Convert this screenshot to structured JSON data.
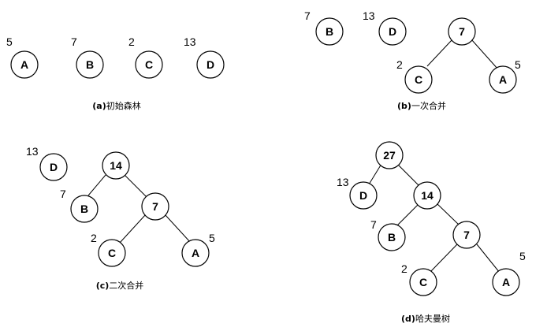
{
  "panels": {
    "a": {
      "caption_tag": "(a)",
      "caption_text": "初始森林",
      "nodes": [
        {
          "label": "A",
          "weight": "5"
        },
        {
          "label": "B",
          "weight": "7"
        },
        {
          "label": "C",
          "weight": "2"
        },
        {
          "label": "D",
          "weight": "13"
        }
      ]
    },
    "b": {
      "caption_tag": "(b)",
      "caption_text": "一次合并",
      "nodes": [
        {
          "label": "B",
          "weight": "7"
        },
        {
          "label": "D",
          "weight": "13"
        },
        {
          "label": "7",
          "weight": ""
        },
        {
          "label": "C",
          "weight": "2"
        },
        {
          "label": "A",
          "weight": "5"
        }
      ]
    },
    "c": {
      "caption_tag": "(c)",
      "caption_text": "二次合并",
      "nodes": [
        {
          "label": "D",
          "weight": "13"
        },
        {
          "label": "14",
          "weight": ""
        },
        {
          "label": "B",
          "weight": "7"
        },
        {
          "label": "7",
          "weight": ""
        },
        {
          "label": "C",
          "weight": "2"
        },
        {
          "label": "A",
          "weight": "5"
        }
      ]
    },
    "d": {
      "caption_tag": "(d)",
      "caption_text": "哈夫曼树",
      "nodes": [
        {
          "label": "27",
          "weight": ""
        },
        {
          "label": "D",
          "weight": "13"
        },
        {
          "label": "14",
          "weight": ""
        },
        {
          "label": "B",
          "weight": "7"
        },
        {
          "label": "7",
          "weight": ""
        },
        {
          "label": "C",
          "weight": "2"
        },
        {
          "label": "A",
          "weight": "5"
        }
      ]
    }
  }
}
